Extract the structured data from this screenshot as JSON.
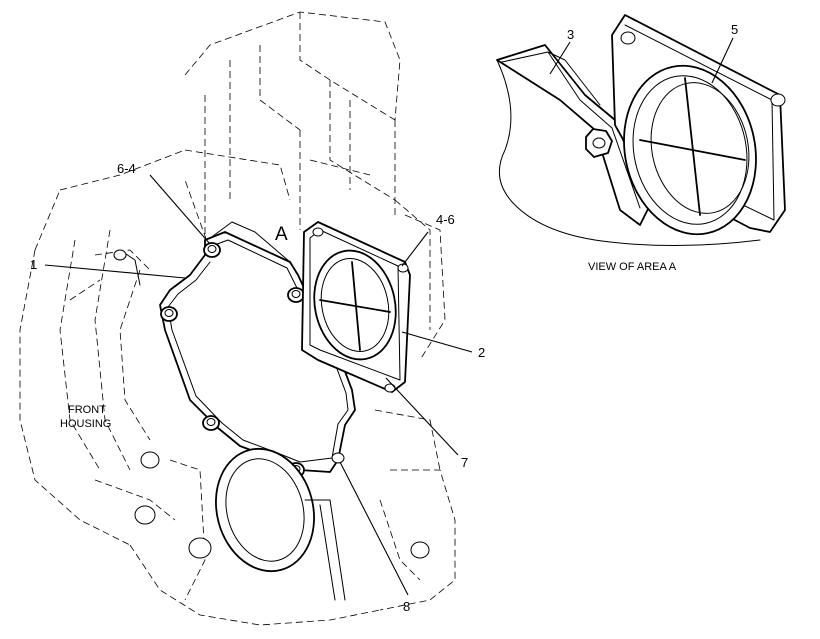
{
  "callouts": {
    "c1": "1",
    "c2": "2",
    "c3": "3",
    "c5": "5",
    "c7": "7",
    "c8": "8",
    "c64": "6-4",
    "c46": "4-6",
    "area": "A"
  },
  "labels": {
    "front_housing_1": "FRONT",
    "front_housing_2": "HOUSING",
    "view_caption": "VIEW OF AREA  A"
  }
}
